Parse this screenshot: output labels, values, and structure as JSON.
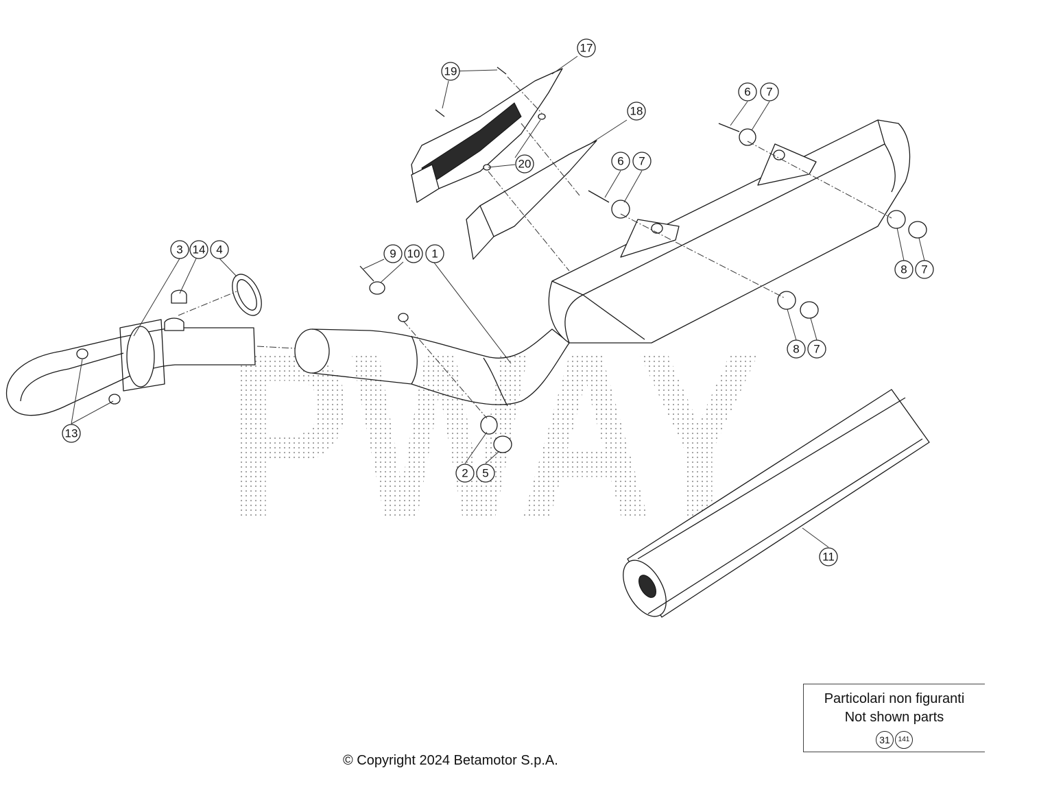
{
  "callouts": [
    {
      "id": "1",
      "label": "1"
    },
    {
      "id": "2",
      "label": "2"
    },
    {
      "id": "3",
      "label": "3"
    },
    {
      "id": "4",
      "label": "4"
    },
    {
      "id": "5",
      "label": "5"
    },
    {
      "id": "6a",
      "label": "6"
    },
    {
      "id": "6b",
      "label": "6"
    },
    {
      "id": "7a",
      "label": "7"
    },
    {
      "id": "7b",
      "label": "7"
    },
    {
      "id": "7c",
      "label": "7"
    },
    {
      "id": "7d",
      "label": "7"
    },
    {
      "id": "8a",
      "label": "8"
    },
    {
      "id": "8b",
      "label": "8"
    },
    {
      "id": "9",
      "label": "9"
    },
    {
      "id": "10",
      "label": "10"
    },
    {
      "id": "11",
      "label": "11"
    },
    {
      "id": "13",
      "label": "13"
    },
    {
      "id": "14",
      "label": "14"
    },
    {
      "id": "17",
      "label": "17"
    },
    {
      "id": "18",
      "label": "18"
    },
    {
      "id": "19",
      "label": "19"
    },
    {
      "id": "20",
      "label": "20"
    }
  ],
  "not_shown": {
    "title_it": "Particolari non figuranti",
    "title_en": "Not shown parts",
    "parts": [
      "31",
      "141"
    ]
  },
  "watermark_text": "PWAY",
  "copyright": "© Copyright 2024 Betamotor S.p.A."
}
